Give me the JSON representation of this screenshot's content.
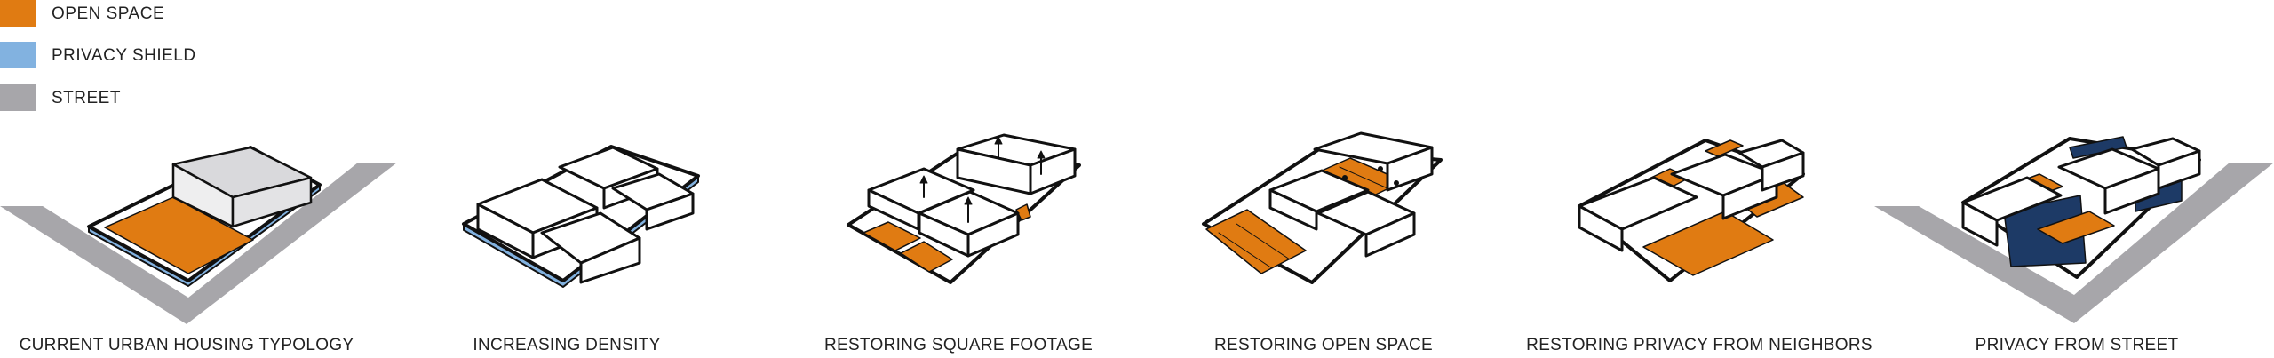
{
  "legend": [
    {
      "label": "OPEN SPACE",
      "color": "#e07b12"
    },
    {
      "label": "PRIVACY SHIELD",
      "color": "#82b2e0"
    },
    {
      "label": "STREET",
      "color": "#a7a6aa"
    }
  ],
  "captions": [
    "CURRENT URBAN HOUSING TYPOLOGY",
    "INCREASING DENSITY",
    "RESTORING SQUARE FOOTAGE",
    "RESTORING OPEN SPACE",
    "RESTORING PRIVACY FROM NEIGHBORS",
    "PRIVACY FROM STREET"
  ],
  "colors": {
    "outline": "#111111",
    "shield_dark": "#1d3a66"
  }
}
